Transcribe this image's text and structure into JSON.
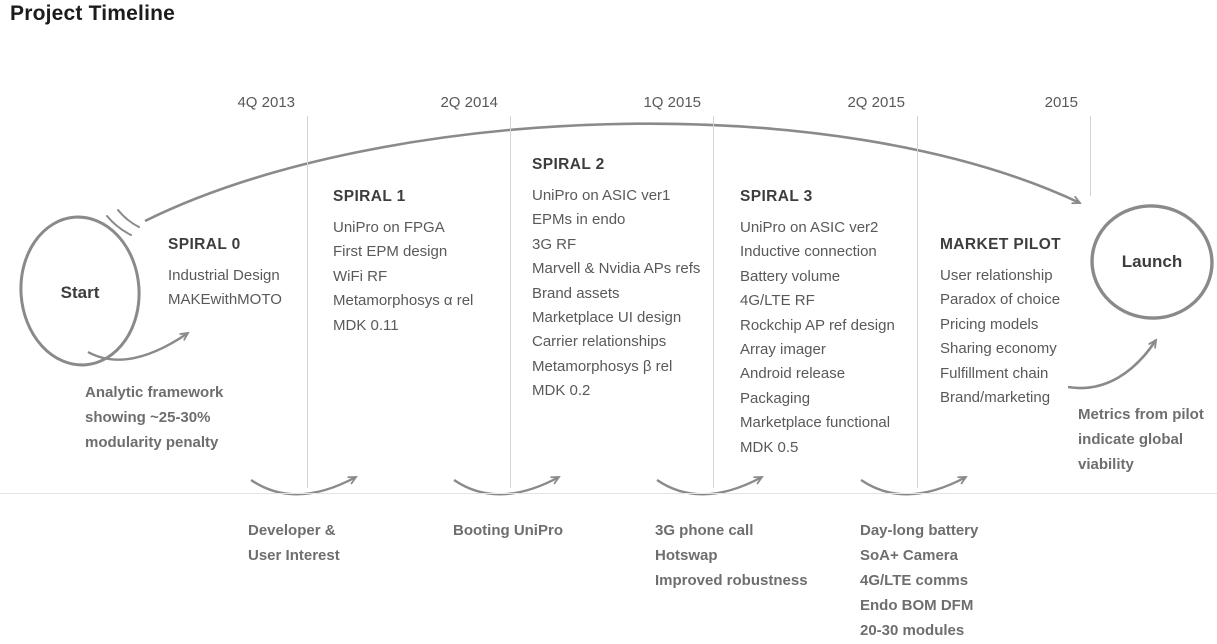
{
  "title": "Project Timeline",
  "colors": {
    "title_text": "#1c1c1c",
    "heading_text": "#3d3d3d",
    "item_text": "#595959",
    "annotation_text": "#6e6e6e",
    "sketch_stroke": "#8a8a8a",
    "gridline": "#d4d4d4"
  },
  "timeline": {
    "quarters": [
      {
        "label": "4Q 2013"
      },
      {
        "label": "2Q 2014"
      },
      {
        "label": "1Q 2015"
      },
      {
        "label": "2Q 2015"
      },
      {
        "label": "2015"
      }
    ]
  },
  "start_node": {
    "label": "Start"
  },
  "launch_node": {
    "label": "Launch"
  },
  "phases": [
    {
      "name": "SPIRAL 0",
      "items": [
        "Industrial Design",
        "MAKEwithMOTO"
      ]
    },
    {
      "name": "SPIRAL 1",
      "items": [
        "UniPro on FPGA",
        "First EPM design",
        "WiFi RF",
        "Metamorphosys α rel",
        "MDK 0.11"
      ]
    },
    {
      "name": "SPIRAL 2",
      "items": [
        "UniPro on ASIC ver1",
        "EPMs in endo",
        "3G RF",
        "Marvell & Nvidia APs refs",
        "Brand assets",
        "Marketplace UI design",
        "Carrier relationships",
        "Metamorphosys β rel",
        "MDK 0.2"
      ]
    },
    {
      "name": "SPIRAL 3",
      "items": [
        "UniPro on ASIC ver2",
        "Inductive connection",
        "Battery volume",
        "4G/LTE RF",
        "Rockchip AP ref design",
        "Array imager",
        "Android release",
        "Packaging",
        "Marketplace functional",
        "MDK 0.5"
      ]
    },
    {
      "name": "MARKET PILOT",
      "items": [
        "User relationship",
        "Paradox of choice",
        "Pricing models",
        "Sharing economy",
        "Fulfillment chain",
        "Brand/marketing"
      ]
    }
  ],
  "annotations": [
    {
      "lines": [
        "Analytic framework",
        "showing ~25-30%",
        "modularity penalty"
      ]
    },
    {
      "lines": [
        "Developer &",
        "User Interest"
      ]
    },
    {
      "lines": [
        "Booting UniPro"
      ]
    },
    {
      "lines": [
        "3G phone call",
        "Hotswap",
        "Improved robustness"
      ]
    },
    {
      "lines": [
        "Day-long battery",
        "SoA+ Camera",
        "4G/LTE comms",
        "Endo BOM DFM",
        "20-30 modules"
      ]
    },
    {
      "lines": [
        "Metrics from pilot",
        "indicate global",
        "viability"
      ]
    }
  ]
}
